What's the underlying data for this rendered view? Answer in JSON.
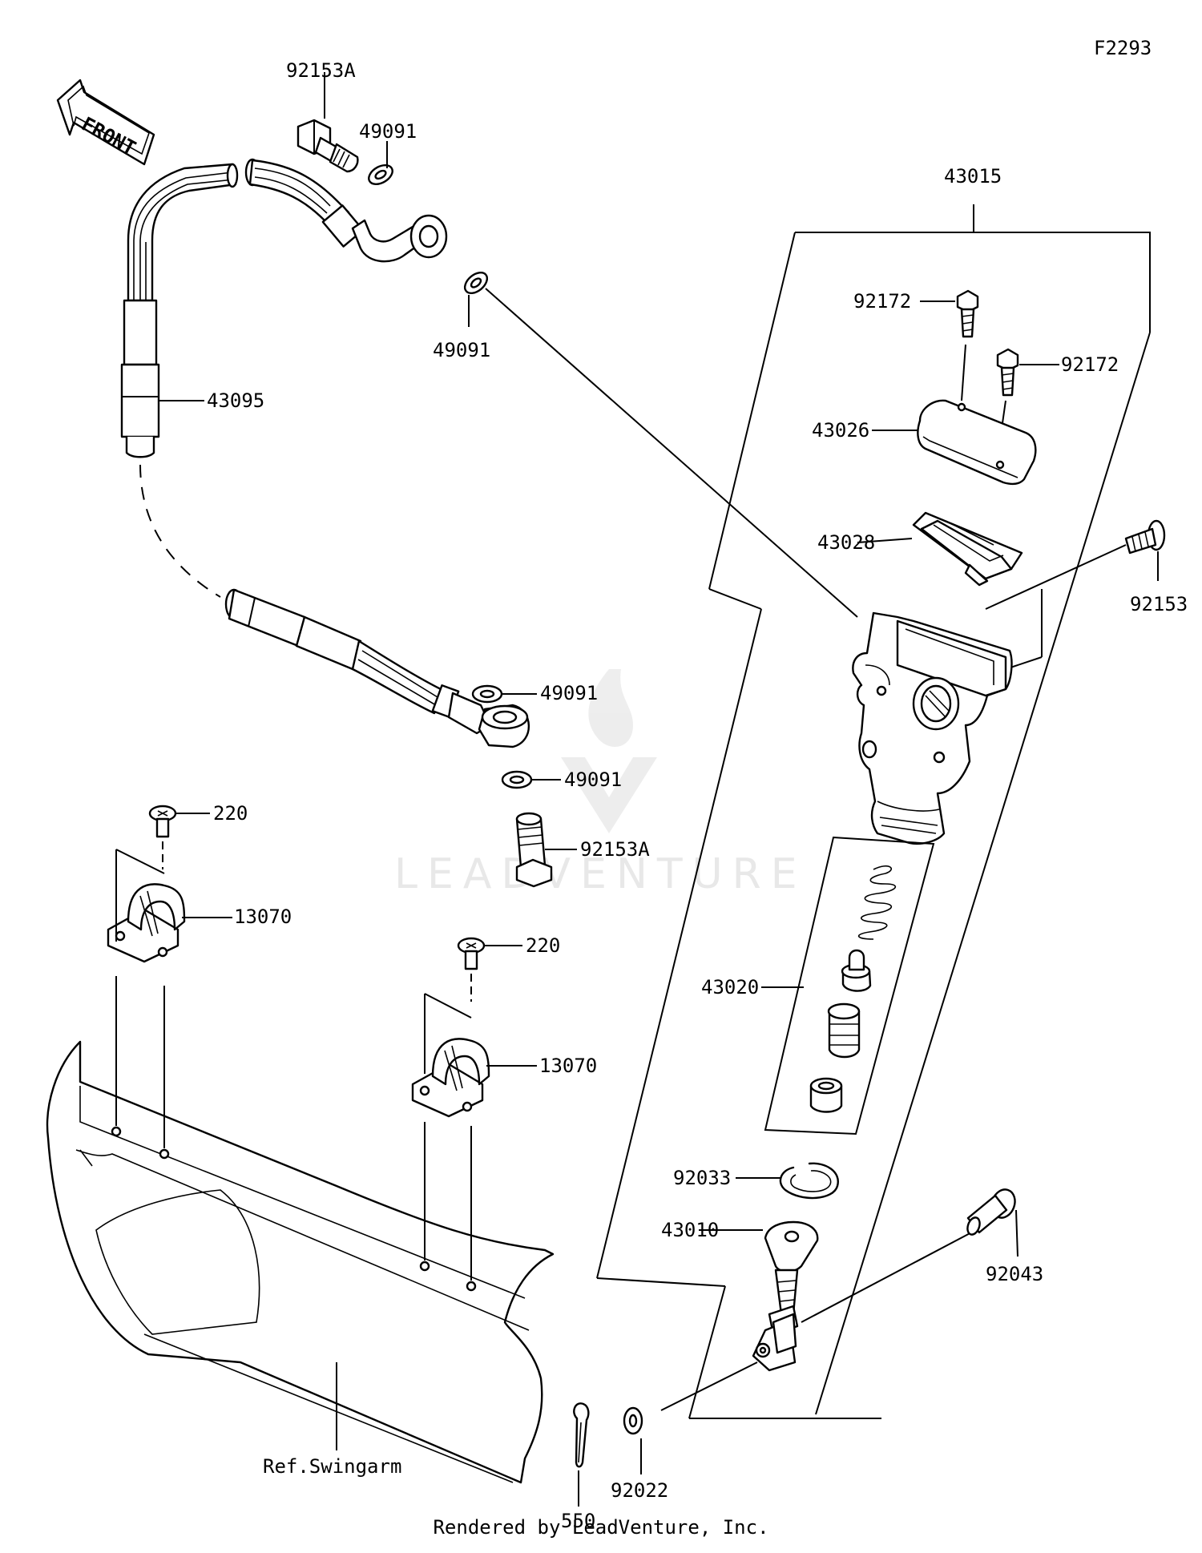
{
  "diagram_code": "F2293",
  "front_arrow_label": "FRONT",
  "watermark": "LEADVENTURE",
  "labels": {
    "p92153A_top": "92153A",
    "p49091_a": "49091",
    "p49091_b": "49091",
    "p43095": "43095",
    "p49091_c": "49091",
    "p49091_d": "49091",
    "p92153A_bottom": "92153A",
    "p220_a": "220",
    "p13070_a": "13070",
    "p220_b": "220",
    "p13070_b": "13070",
    "p43015": "43015",
    "p92172_a": "92172",
    "p92172_b": "92172",
    "p43026": "43026",
    "p43028": "43028",
    "p92153": "92153",
    "p43020": "43020",
    "p92033": "92033",
    "p43010": "43010",
    "p92043": "92043",
    "p92022": "92022",
    "p550": "550",
    "ref_swingarm": "Ref.Swingarm"
  },
  "footer": "Rendered by LeadVenture, Inc."
}
